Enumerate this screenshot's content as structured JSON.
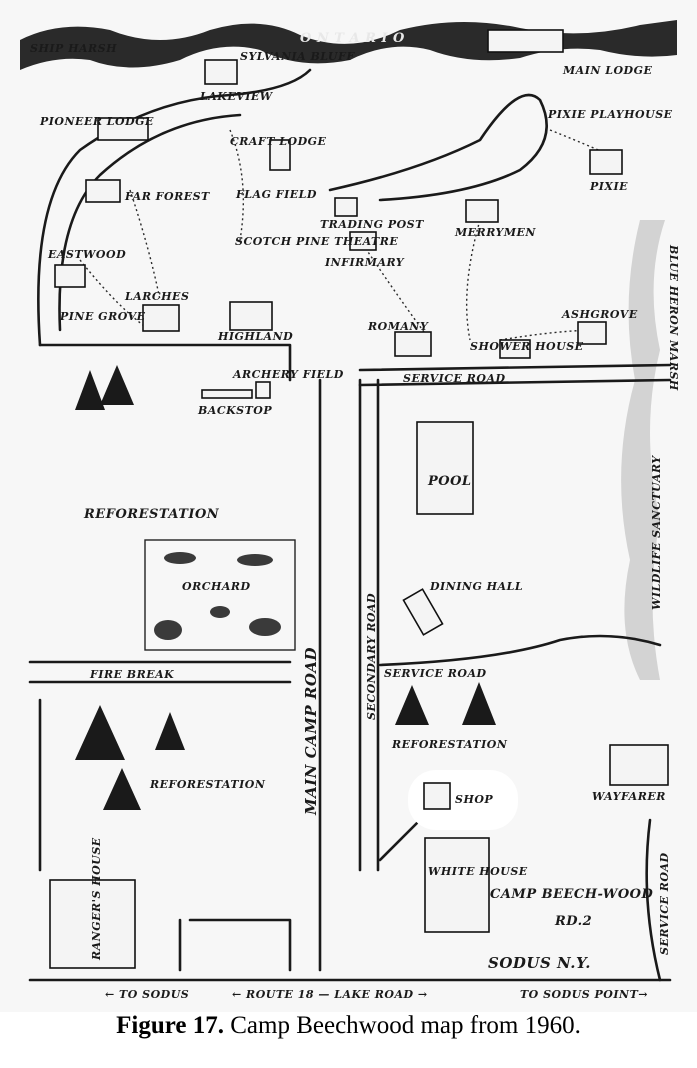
{
  "labels": {
    "lake": "O N T A R I O",
    "ship_harsh": "SHIP HARSH",
    "sylvania_bluff": "SYLVANIA BLUFF",
    "main_lodge": "MAIN LODGE",
    "pioneer_lodge": "PIONEER LODGE",
    "lakeview": "LAKEVIEW",
    "craft_lodge": "CRAFT LODGE",
    "pixie_playhouse": "PIXIE PLAYHOUSE",
    "pixie": "PIXIE",
    "far_forest": "FAR FOREST",
    "flag_field": "FLAG FIELD",
    "trading_post": "TRADING POST",
    "merrymen": "MERRYMEN",
    "eastwood": "EASTWOOD",
    "scotch_pine_theatre": "SCOTCH PINE THEATRE",
    "infirmary": "INFIRMARY",
    "larches": "LARCHES",
    "pine_grove": "PINE GROVE",
    "highland": "HIGHLAND",
    "romany": "ROMANY",
    "shower_house": "SHOWER HOUSE",
    "ashgrove": "ASHGROVE",
    "blue_heron_marsh": "BLUE HERON MARSH",
    "archery_field": "ARCHERY FIELD",
    "backstop": "BACKSTOP",
    "service_road_top": "SERVICE ROAD",
    "pool": "POOL",
    "wildlife_sanctuary": "WILDLIFE SANCTUARY",
    "reforestation_1": "REFORESTATION",
    "orchard": "ORCHARD",
    "main_camp_road": "MAIN CAMP ROAD",
    "secondary_road": "SECONDARY ROAD",
    "dining_hall": "DINING HALL",
    "fire_break": "FIRE BREAK",
    "service_road_mid": "SERVICE ROAD",
    "reforestation_2": "REFORESTATION",
    "reforestation_3": "REFORESTATION",
    "shop": "SHOP",
    "wayfarer": "WAYFARER",
    "white_house": "WHITE HOUSE",
    "rangers_house": "RANGER'S HOUSE",
    "camp_beechwood": "CAMP BEECH-WOOD",
    "rd2": "RD.2",
    "sodus_ny": "SODUS N.Y.",
    "service_road_right": "SERVICE ROAD",
    "to_sodus": "← TO SODUS",
    "route18": "← ROUTE 18 — LAKE ROAD →",
    "to_sodus_point": "TO SODUS POINT→"
  },
  "caption": {
    "figure": "Figure 17.",
    "text": " Camp Beechwood map from 1960."
  }
}
